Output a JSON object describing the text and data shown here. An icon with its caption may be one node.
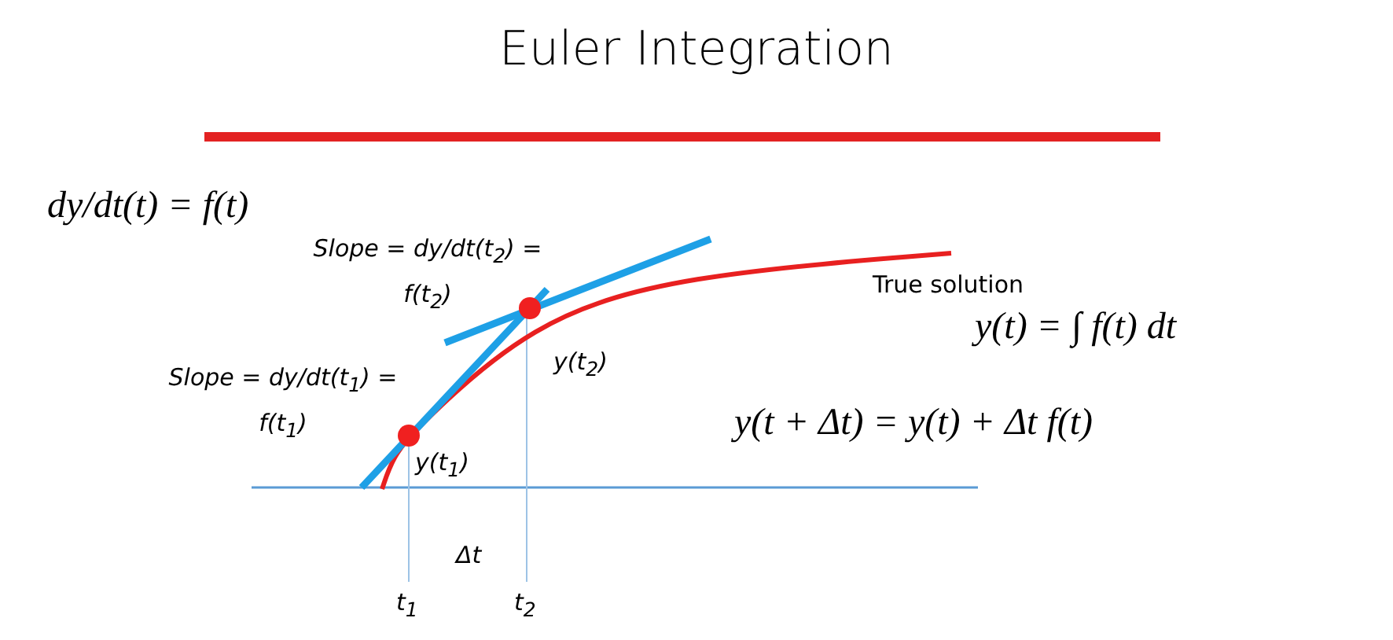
{
  "diagram": {
    "title": "Euler Integration",
    "labels": [
      "dy/dt(t) = f(t)",
      "Slope = dy/dt(t$_{2}$) = f(t$_{2}$)",
      "True solution",
      "y(t) = ∫ f(t) dt",
      "Slope = dy/dt(t$_{1}$) = f(t$_{1}$)",
      "y(t$_{2}$)",
      "y(t + Δt) = y(t) + Δt  f(t)",
      "y(t$_{1}$)",
      "Δt",
      "t$_{1}$",
      "t$_{2}$"
    ]
  }
}
